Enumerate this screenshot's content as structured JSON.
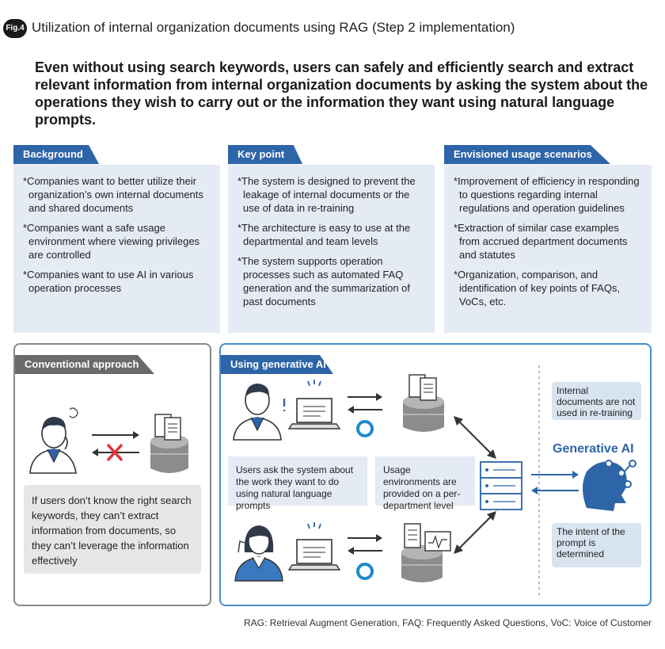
{
  "header": {
    "fig_label": "Fig.4",
    "title": "Utilization of internal organization documents using RAG (Step 2 implementation)",
    "headline": "Even without using search keywords, users can safely and efficiently search and extract relevant information from internal organization documents by asking the system about the operations they wish to carry out or the information they want using natural language prompts."
  },
  "sections": [
    {
      "tab": "Background",
      "items": [
        "*Companies want to better utilize their organization’s own internal documents and shared documents",
        "*Companies want a safe usage environment where viewing privileges are controlled",
        "*Companies want to use AI in various operation processes"
      ]
    },
    {
      "tab": "Key point",
      "items": [
        "*The system is designed to prevent the leakage of internal documents or the use of data in re-training",
        "*The architecture is easy to use at the departmental and team levels",
        "*The system supports operation processes such as automated FAQ generation and the summarization of past documents"
      ]
    },
    {
      "tab": "Envisioned usage scenarios",
      "items": [
        "*Improvement of efficiency in responding to questions regarding internal regulations and operation guidelines",
        "*Extraction of similar case examples from accrued department documents and statutes",
        "*Organization, comparison, and identification of key points of FAQs, VoCs, etc."
      ]
    }
  ],
  "conventional": {
    "tab": "Conventional approach",
    "note": "If users don’t know the right search keywords, they can’t extract information from documents, so they can’t leverage the information effectively"
  },
  "generative": {
    "tab": "Using generative AI",
    "bubble_users": "Users ask the system about the work they want to do using natural language prompts",
    "bubble_env": "Usage environments are provided on a per-department level",
    "note_retraining": "Internal documents are not used in re-training",
    "gen_ai_label": "Generative AI",
    "note_intent": "The intent of the prompt is determined"
  },
  "footnote": "RAG: Retrieval Augment Generation, FAQ: Frequently Asked Questions, VoC: Voice of Customer",
  "colors": {
    "accent_blue": "#2e64a8",
    "panel_blue": "#e4ebf4",
    "gray_tab": "#6a6a6a",
    "red_cross": "#e0333a",
    "ok_circle": "#1f8ad0"
  }
}
